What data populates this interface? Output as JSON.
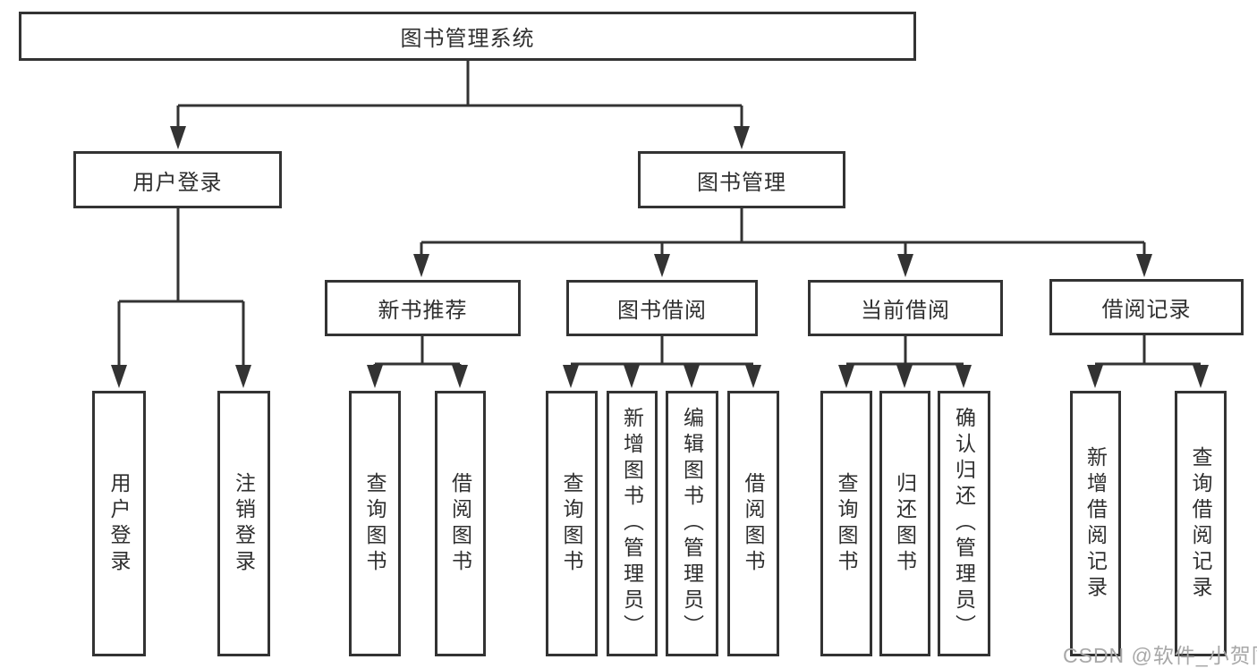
{
  "tree": {
    "root": {
      "label": "图书管理系统",
      "children": [
        {
          "label": "用户登录",
          "children": [
            {
              "label": "用户登录"
            },
            {
              "label": "注销登录"
            }
          ]
        },
        {
          "label": "图书管理",
          "children": [
            {
              "label": "新书推荐",
              "children": [
                {
                  "label": "查询图书"
                },
                {
                  "label": "借阅图书"
                }
              ]
            },
            {
              "label": "图书借阅",
              "children": [
                {
                  "label": "查询图书"
                },
                {
                  "label": "新增图书（管理员）"
                },
                {
                  "label": "编辑图书（管理员）"
                },
                {
                  "label": "借阅图书"
                }
              ]
            },
            {
              "label": "当前借阅",
              "children": [
                {
                  "label": "查询图书"
                },
                {
                  "label": "归还图书"
                },
                {
                  "label": "确认归还（管理员）"
                }
              ]
            },
            {
              "label": "借阅记录",
              "children": [
                {
                  "label": "新增借阅记录"
                },
                {
                  "label": "查询借阅记录"
                }
              ]
            }
          ]
        }
      ]
    }
  },
  "watermark": {
    "text": "CSDN @软件_小贺同学"
  },
  "colors": {
    "line": "#333333",
    "text": "#2f2f2f",
    "watermark": "#a8a8a8",
    "background": "#ffffff"
  }
}
